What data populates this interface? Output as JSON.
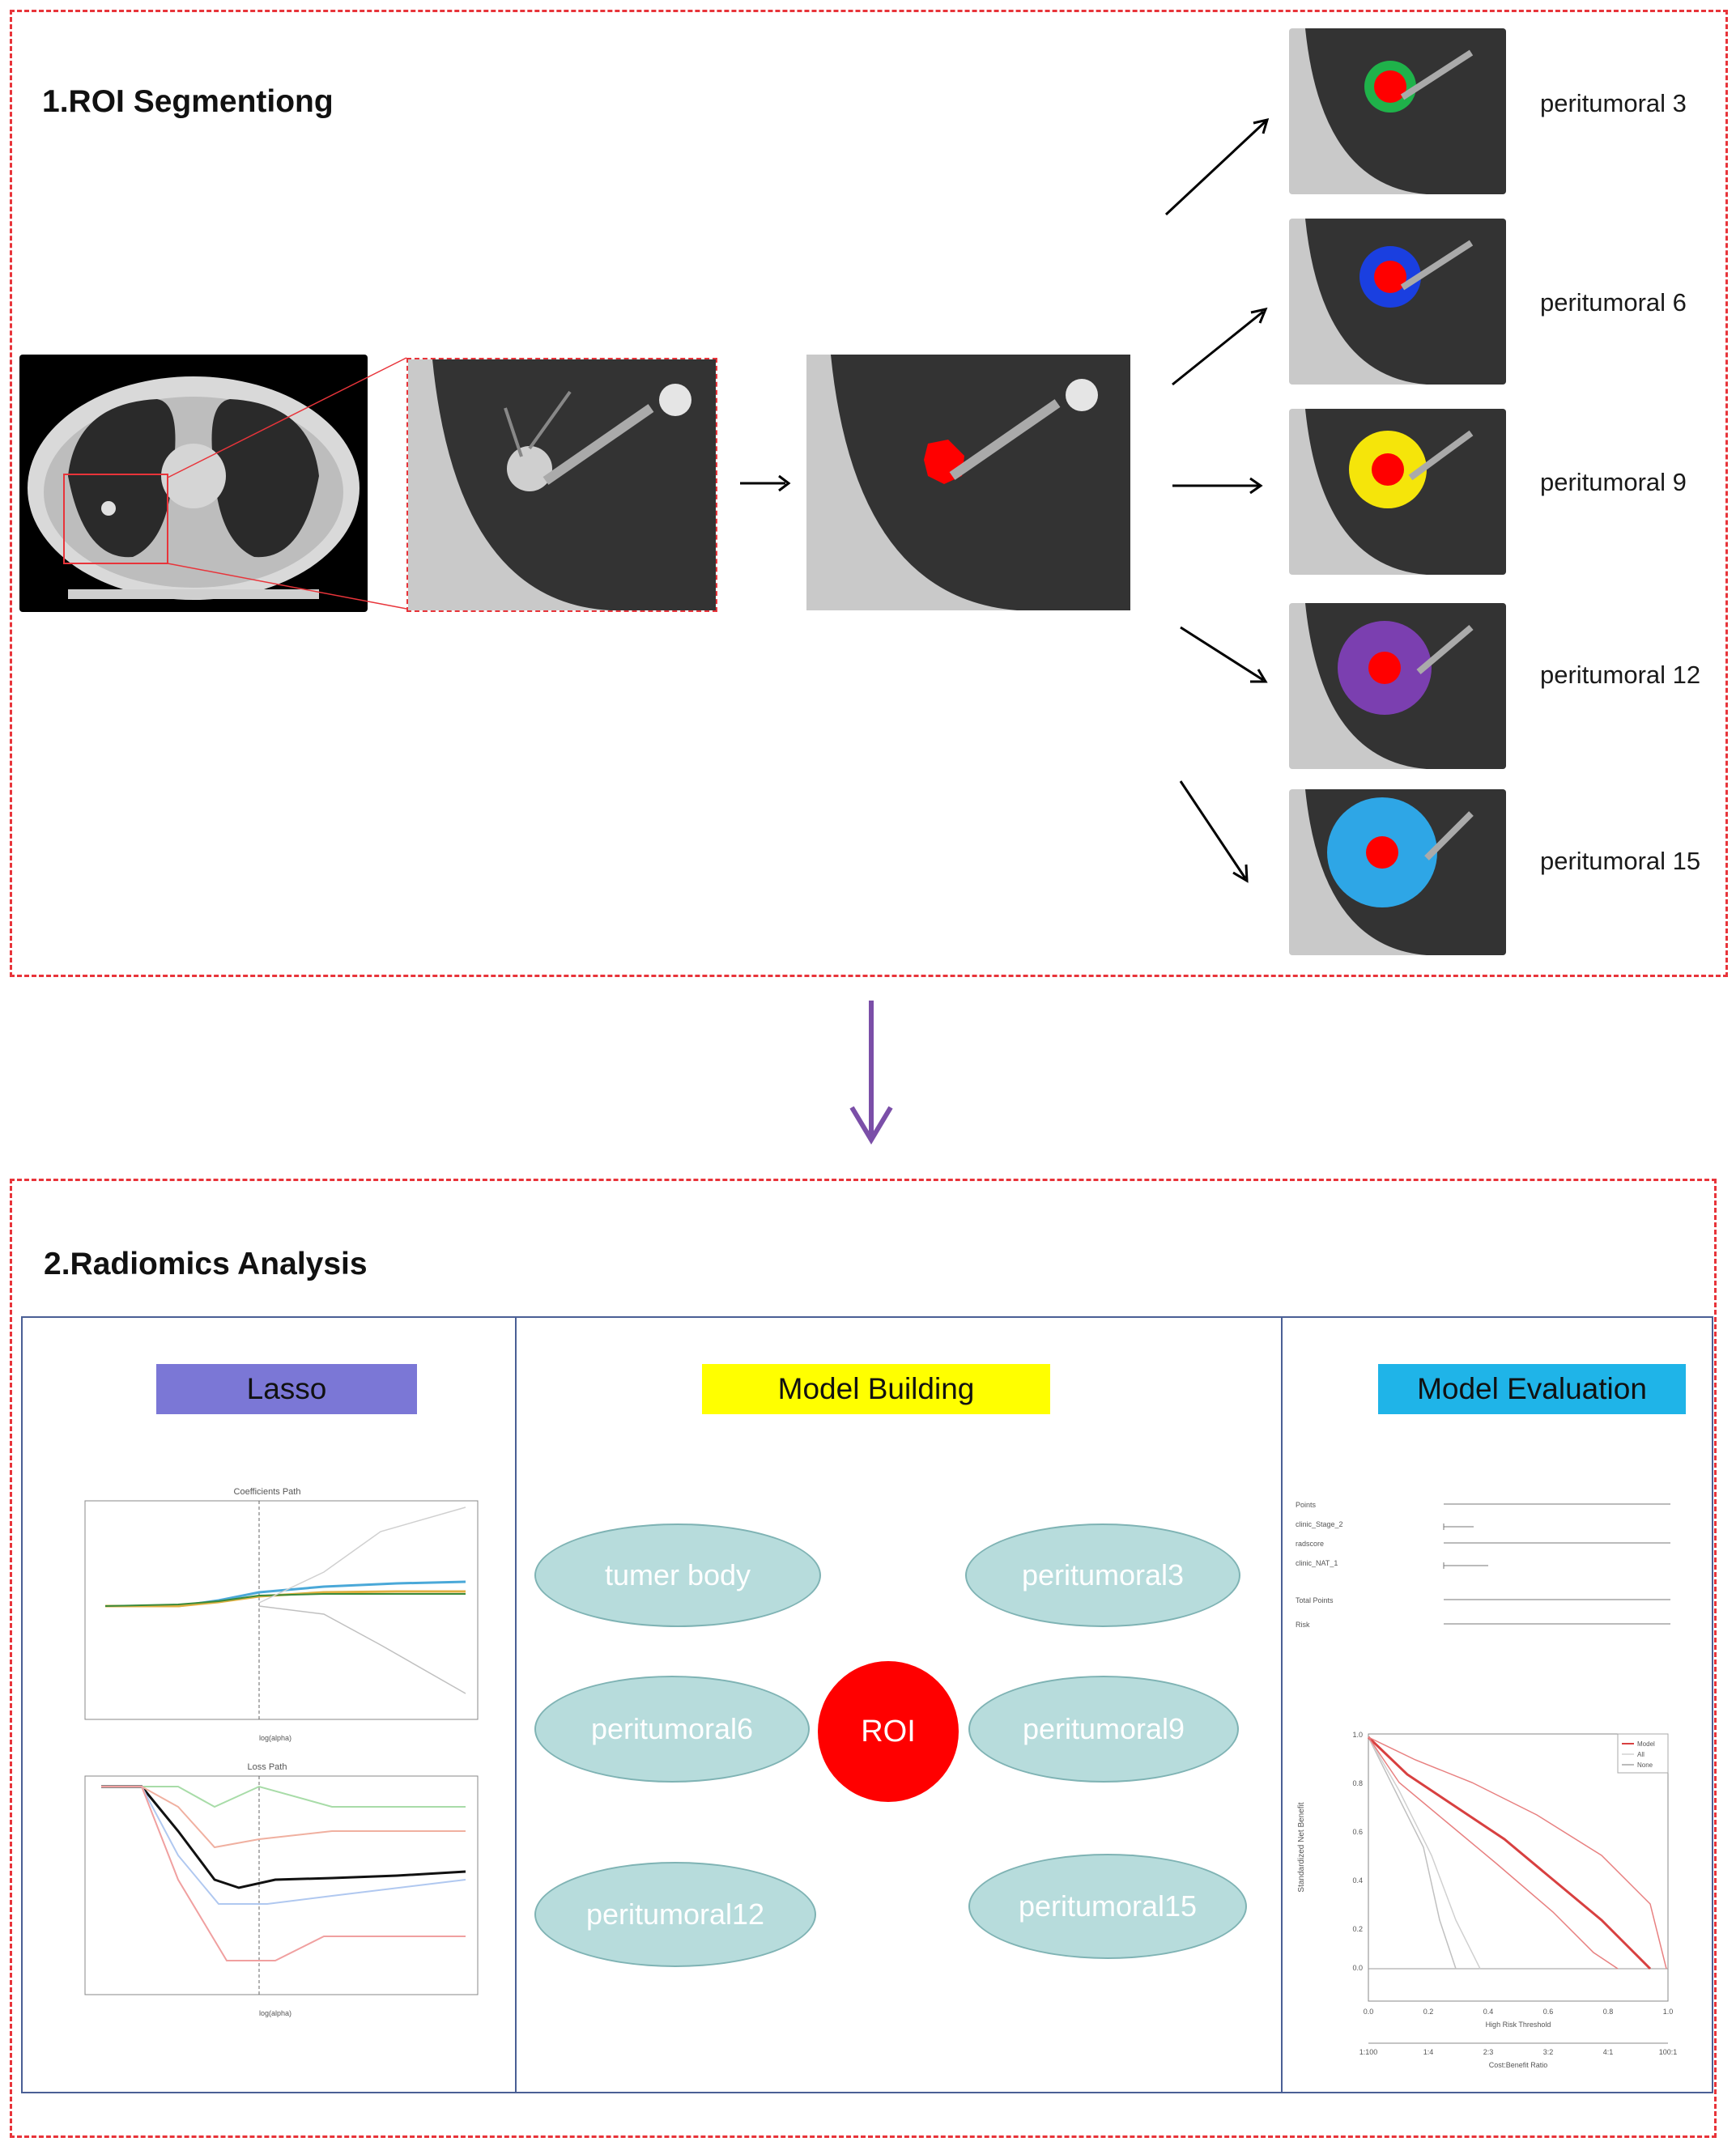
{
  "section1": {
    "title": "1.ROI Segmentiong",
    "labels": [
      "peritumoral 3",
      "peritumoral 6",
      "peritumoral 9",
      "peritumoral  12",
      "peritumoral  15"
    ],
    "ring_colors": [
      "#1fb24a",
      "#1a3fe0",
      "#f5e50a",
      "#7b3fb0",
      "#2ea6e6"
    ],
    "tumor_color": "#ff0000"
  },
  "section2": {
    "title": "2.Radiomics Analysis",
    "lasso": {
      "header": "Lasso",
      "header_color": "#7b77d6",
      "plot1_title": "Coefficients Path",
      "plot2_title": "Loss Path",
      "xlabel": "log(alpha)"
    },
    "model_building": {
      "header": "Model Building",
      "header_color": "#ffff00",
      "nodes": [
        "tumer body",
        "peritumoral3",
        "peritumoral6",
        "peritumoral9",
        "peritumoral12",
        "peritumoral15"
      ],
      "center": "ROI"
    },
    "model_evaluation": {
      "header": "Model Evaluation",
      "header_color": "#1fb4e8",
      "nomogram_rows": [
        "Points",
        "clinic_Stage_2",
        "radscore",
        "clinic_NAT_1",
        "Total Points",
        "Risk"
      ],
      "dca_legend": [
        "Model",
        "All",
        "None"
      ],
      "dca_xlabel": "High Risk Threshold",
      "dca_ylabel": "Standardized Net Benefit",
      "dca_xlabel2": "Cost:Benefit Ratio",
      "dca_xticks": [
        "0.0",
        "0.2",
        "0.4",
        "0.6",
        "0.8",
        "1.0"
      ],
      "dca_yticks": [
        "1.0",
        "0.8",
        "0.6",
        "0.4",
        "0.2",
        "0.0"
      ],
      "dca_ratio_ticks": [
        "1:100",
        "1:4",
        "2:3",
        "3:2",
        "4:1",
        "100:1"
      ]
    }
  },
  "colors": {
    "frame": "#e8343a",
    "flow_arrow": "#7b4fa8",
    "panel_border": "#4a5f95"
  }
}
